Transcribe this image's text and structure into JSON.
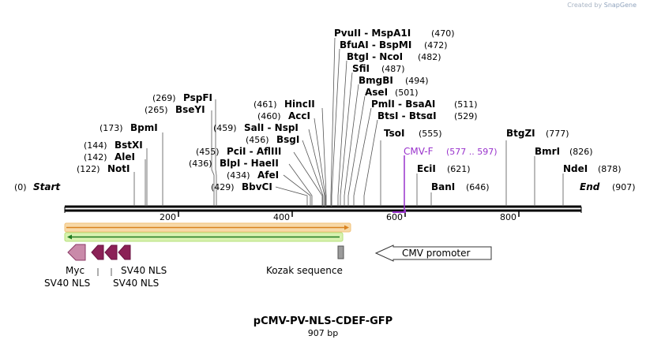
{
  "credit": {
    "prefix": "Created by",
    "brand": "SnapGene"
  },
  "map": {
    "name": "pCMV-PV-NLS-CDEF-GFP",
    "length_label": "907 bp",
    "length": 907,
    "ticks": [
      "200",
      "400",
      "600",
      "800"
    ],
    "start": {
      "label": "Start",
      "pos": "(0)"
    },
    "end": {
      "label": "End",
      "pos": "(907)"
    },
    "primer": {
      "name": "CMV-F",
      "range": "(577 .. 597)",
      "color": "#9933cc"
    },
    "enzymes": [
      {
        "name": "NotI",
        "pos": "(122)"
      },
      {
        "name": "AleI",
        "pos": "(142)"
      },
      {
        "name": "BstXI",
        "pos": "(144)"
      },
      {
        "name": "BpmI",
        "pos": "(173)"
      },
      {
        "name": "BseYI",
        "pos": "(265)"
      },
      {
        "name": "PspFI",
        "pos": "(269)"
      },
      {
        "name": "BbvCI",
        "pos": "(429)"
      },
      {
        "name": "AfeI",
        "pos": "(434)"
      },
      {
        "name": "BlpI  - HaeII",
        "pos": "(436)"
      },
      {
        "name": "PciI  - AflIII",
        "pos": "(455)"
      },
      {
        "name": "BsgI",
        "pos": "(456)"
      },
      {
        "name": "SalI  - NspI",
        "pos": "(459)"
      },
      {
        "name": "AccI",
        "pos": "(460)"
      },
      {
        "name": "HincII",
        "pos": "(461)"
      },
      {
        "name": "PvuII  - MspA1I",
        "pos": "(470)"
      },
      {
        "name": "BfuAI  - BspMI",
        "pos": "(472)"
      },
      {
        "name": "BtgI  - NcoI",
        "pos": "(482)"
      },
      {
        "name": "SfiI",
        "pos": "(487)"
      },
      {
        "name": "BmgBI",
        "pos": "(494)"
      },
      {
        "name": "AseI",
        "pos": "(501)"
      },
      {
        "name": "PmlI  - BsaAI",
        "pos": "(511)"
      },
      {
        "name": "BtsI  - BtsαI",
        "pos": "(529)"
      },
      {
        "name": "TsoI",
        "pos": "(555)"
      },
      {
        "name": "EciI",
        "pos": "(621)"
      },
      {
        "name": "BanI",
        "pos": "(646)"
      },
      {
        "name": "BtgZI",
        "pos": "(777)"
      },
      {
        "name": "BmrI",
        "pos": "(826)"
      },
      {
        "name": "NdeI",
        "pos": "(878)"
      }
    ],
    "features": {
      "myc": "Myc",
      "sv40_a": "SV40 NLS",
      "sv40_b": "SV40 NLS",
      "kozak": "Kozak sequence",
      "cmv": "CMV promoter"
    },
    "colors": {
      "orf_orange_fill": "#f7d9a8",
      "orf_orange_line": "#d9821f",
      "orf_green_fill": "#d8f2b0",
      "orf_green_line": "#1f7a1f",
      "myc": "#c98aa9",
      "nls": "#8b2257",
      "kozak": "#9b9b9b",
      "backbone": "#000000"
    }
  }
}
